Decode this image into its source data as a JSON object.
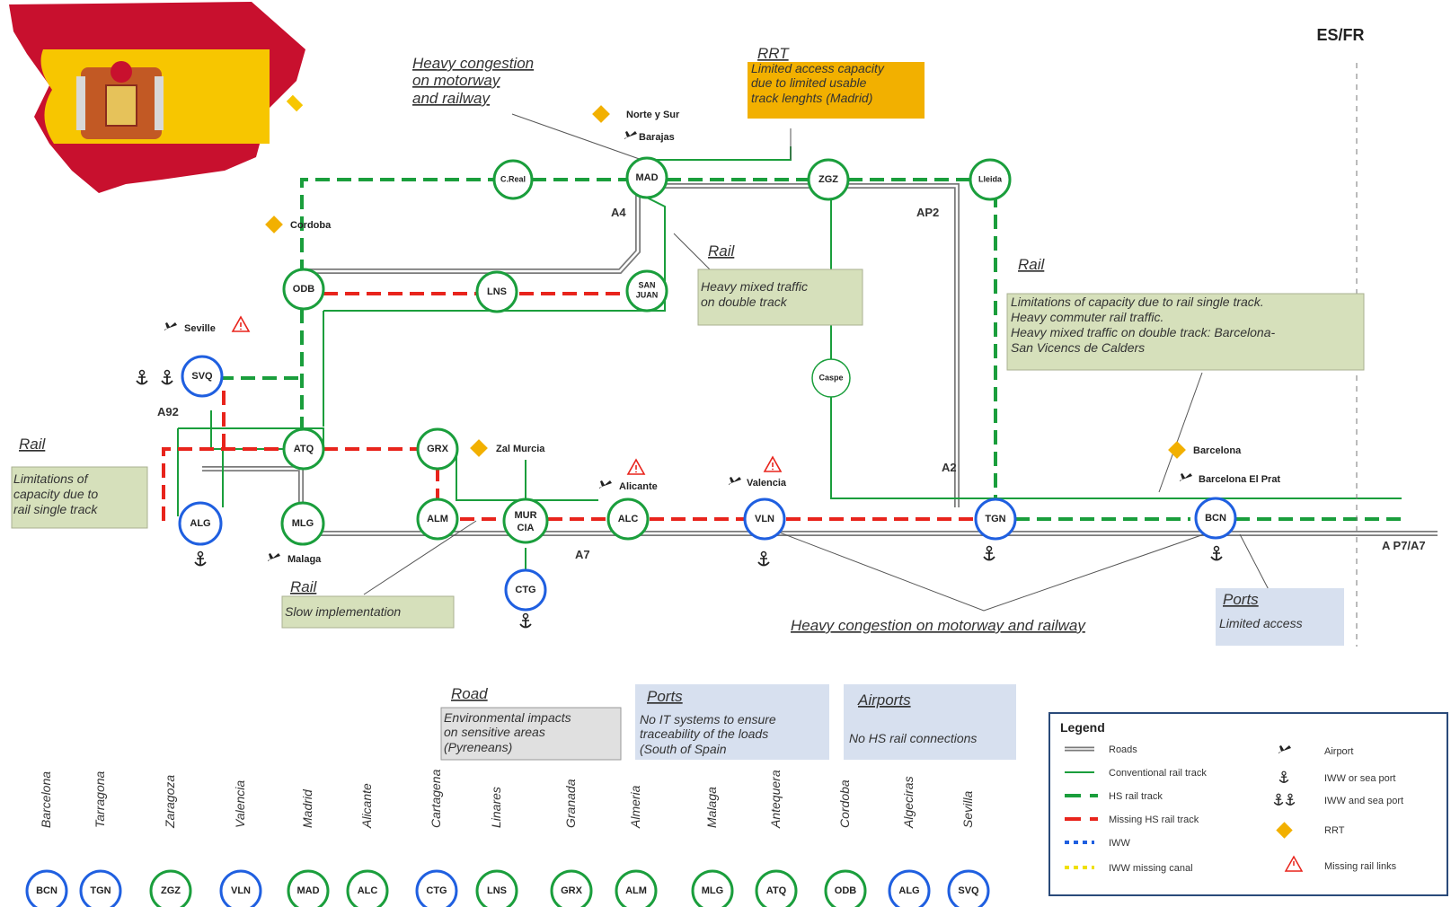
{
  "border_label": "ES/FR",
  "roads": [
    "A4",
    "AP2",
    "A92",
    "A2",
    "A7",
    "A P7/A7"
  ],
  "pois": {
    "norte_y_sur": "Norte y Sur",
    "barajas": "Barajas",
    "cordoba": "Cordoba",
    "seville": "Seville",
    "zal_murcia": "Zal Murcia",
    "alicante": "Alicante",
    "valencia": "Valencia",
    "barcelona": "Barcelona",
    "barcelona_el_prat": "Barcelona  El Prat",
    "malaga": "Malaga"
  },
  "nodes": {
    "creal": "C.Real",
    "mad": "MAD",
    "zgz": "ZGZ",
    "lleida": "Lleida",
    "odb": "ODB",
    "lns": "LNS",
    "sanjuan_1": "SAN",
    "sanjuan_2": "JUAN",
    "caspe": "Caspe",
    "svq": "SVQ",
    "atq": "ATQ",
    "grx": "GRX",
    "alg": "ALG",
    "mlg": "MLG",
    "alm": "ALM",
    "mur_1": "MUR",
    "mur_2": "CIA",
    "alc": "ALC",
    "vln": "VLN",
    "tgn": "TGN",
    "bcn": "BCN",
    "ctg": "CTG"
  },
  "callouts": {
    "motorway_top": {
      "lines": [
        "Heavy congestion",
        "on motorway",
        "and railway"
      ]
    },
    "rrt": {
      "header": "RRT",
      "lines": [
        "Limited access capacity",
        "due to limited usable",
        "track lenghts (Madrid)"
      ]
    },
    "rail_madrid": {
      "header": "Rail",
      "lines": [
        "Heavy mixed traffic",
        "on double track"
      ]
    },
    "rail_catalonia": {
      "header": "Rail",
      "lines": [
        "Limitations of capacity due to rail single track.",
        "Heavy commuter  rail traffic.",
        "Heavy mixed traffic on double track: Barcelona-",
        "San Vicencs de Calders"
      ]
    },
    "rail_south": {
      "header": "Rail",
      "lines": [
        "Limitations of",
        "capacity due to",
        "rail single track"
      ]
    },
    "rail_slow": {
      "header": "Rail",
      "lines": [
        "Slow implementation"
      ]
    },
    "motorway_bottom": {
      "text": "Heavy congestion on motorway and railway"
    },
    "ports_top": {
      "header": "Ports",
      "lines": [
        "Limited access"
      ]
    },
    "road_bottom": {
      "header": "Road",
      "lines": [
        "Environmental impacts",
        "on sensitive areas",
        "(Pyreneans)"
      ]
    },
    "ports_bottom": {
      "header": "Ports",
      "lines": [
        "No IT systems to ensure",
        "traceability of the loads",
        "(South of Spain"
      ]
    },
    "airports_bottom": {
      "header": "Airports",
      "lines": [
        "No HS rail connections"
      ]
    }
  },
  "legend": {
    "title": "Legend",
    "items_left": [
      "Roads",
      "Conventional rail track",
      "HS rail track",
      "Missing HS rail track",
      "IWW",
      "IWW missing canal"
    ],
    "items_right": [
      "Airport",
      "IWW or sea port",
      "IWW and sea port",
      "RRT",
      "Missing rail links"
    ]
  },
  "city_key": [
    {
      "city": "Barcelona",
      "code": "BCN",
      "color": "#1f5fe0"
    },
    {
      "city": "Tarragona",
      "code": "TGN",
      "color": "#1f5fe0"
    },
    {
      "city": "Zaragoza",
      "code": "ZGZ",
      "color": "#1a9e3c"
    },
    {
      "city": "Valencia",
      "code": "VLN",
      "color": "#1f5fe0"
    },
    {
      "city": "Madrid",
      "code": "MAD",
      "color": "#1a9e3c"
    },
    {
      "city": "Alicante",
      "code": "ALC",
      "color": "#1a9e3c"
    },
    {
      "city": "Cartagena",
      "code": "CTG",
      "color": "#1f5fe0"
    },
    {
      "city": "Linares",
      "code": "LNS",
      "color": "#1a9e3c"
    },
    {
      "city": "Granada",
      "code": "GRX",
      "color": "#1a9e3c"
    },
    {
      "city": "Almeria",
      "code": "ALM",
      "color": "#1a9e3c"
    },
    {
      "city": "Malaga",
      "code": "MLG",
      "color": "#1a9e3c"
    },
    {
      "city": "Antequera",
      "code": "ATQ",
      "color": "#1a9e3c"
    },
    {
      "city": "Cordoba",
      "code": "ODB",
      "color": "#1a9e3c"
    },
    {
      "city": "Algeciras",
      "code": "ALG",
      "color": "#1f5fe0"
    },
    {
      "city": "Sevilla",
      "code": "SVQ",
      "color": "#1f5fe0"
    }
  ],
  "colors": {
    "hs_rail": "#1a9e3c",
    "missing_hs": "#e8241c",
    "road": "#7a7a7a",
    "rrt": "#f2b000",
    "port_node": "#1f5fe0",
    "callout_fill": "#d6e0bb",
    "ports_fill": "#d7e0ef",
    "road_fill": "#e0e0e0",
    "iww": "#1f5fe0",
    "iww_missing": "#f0e000",
    "spain_red": "#c8102e",
    "spain_yellow": "#f7c600"
  }
}
